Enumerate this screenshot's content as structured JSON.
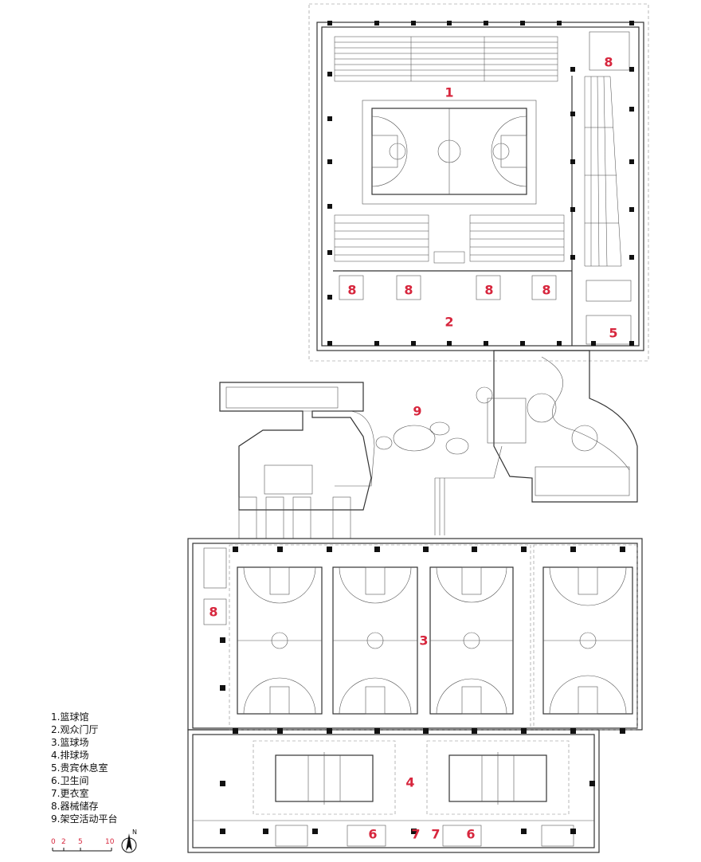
{
  "room_numbers": {
    "basketball_hall": "1",
    "audience_hall": "2",
    "basketball_courts": "3",
    "volleyball_courts": "4",
    "vip_lounge": "5",
    "restroom_a": "6",
    "restroom_b": "6",
    "changing_a": "7",
    "changing_b": "7",
    "storage_top_right": "8",
    "storage_row_1": "8",
    "storage_row_2": "8",
    "storage_row_3": "8",
    "storage_row_4": "8",
    "storage_left": "8",
    "platform": "9"
  },
  "legend": [
    "1.篮球馆",
    "2.观众门厅",
    "3.篮球场",
    "4.排球场",
    "5.贵宾休息室",
    "6.卫生间",
    "7.更衣室",
    "8.器械储存",
    "9.架空活动平台"
  ],
  "scale": {
    "ticks": [
      "0",
      "2",
      "5",
      "10"
    ]
  },
  "north_label": "N",
  "colors": {
    "label_red": "#d7263d",
    "line": "#333333"
  }
}
